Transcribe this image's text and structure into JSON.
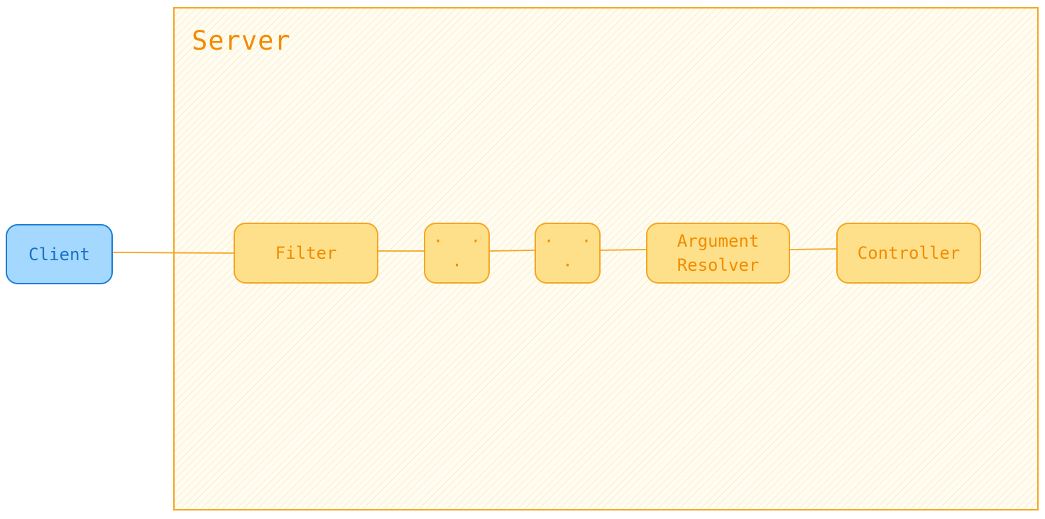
{
  "server": {
    "title": "Server"
  },
  "nodes": {
    "client": "Client",
    "filter": "Filter",
    "ellipsis_1": "· · ·",
    "ellipsis_2": "· · ·",
    "argument_resolver": "Argument\nResolver",
    "controller": "Controller"
  },
  "colors": {
    "client_fill": "#a5d8ff",
    "client_stroke": "#1c7ed6",
    "server_fill": "#ffe08a",
    "server_stroke": "#f5a623",
    "label_orange": "#f08c00",
    "label_blue": "#1971c2"
  }
}
